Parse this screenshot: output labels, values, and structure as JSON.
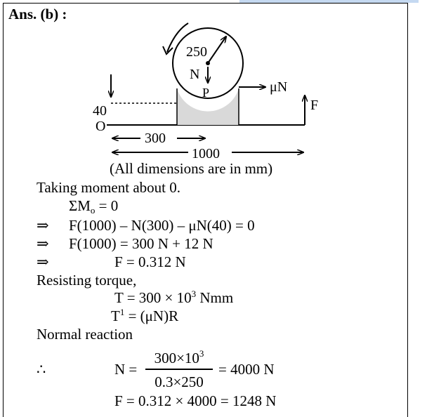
{
  "heading": "Ans. (b) :",
  "diagram": {
    "label_250": "250",
    "label_N": "N",
    "label_P": "P",
    "label_muN": "μN",
    "label_F": "F",
    "label_40": "40",
    "label_O": "O",
    "label_300": "300",
    "label_1000": "1000",
    "caption": "(All dimensions are in mm)"
  },
  "lines": {
    "taking_moment": "Taking moment about 0.",
    "sum_m_prefix": "ΣM",
    "sum_m_sub": "o",
    "sum_m_suffix": " = 0",
    "implies": "⇒",
    "eq1": "F(1000) – N(300) – μN(40) = 0",
    "eq2": "F(1000) = 300 N + 12 N",
    "eq3": "F = 0.312 N",
    "resisting": "Resisting torque,",
    "torque_prefix": "T = 300 × 10",
    "torque_exp": "3",
    "torque_suffix": " Nmm",
    "t1_prefix": "T",
    "t1_exp": "1",
    "t1_suffix": " = (μN)R",
    "normal": "Normal reaction",
    "therefore": "∴",
    "n_eq": "N =",
    "frac_num_prefix": "300×10",
    "frac_num_exp": "3",
    "frac_den": "0.3×250",
    "n_result": "= 4000 N",
    "final": "F = 0.312 × 4000 = 1248 N"
  }
}
